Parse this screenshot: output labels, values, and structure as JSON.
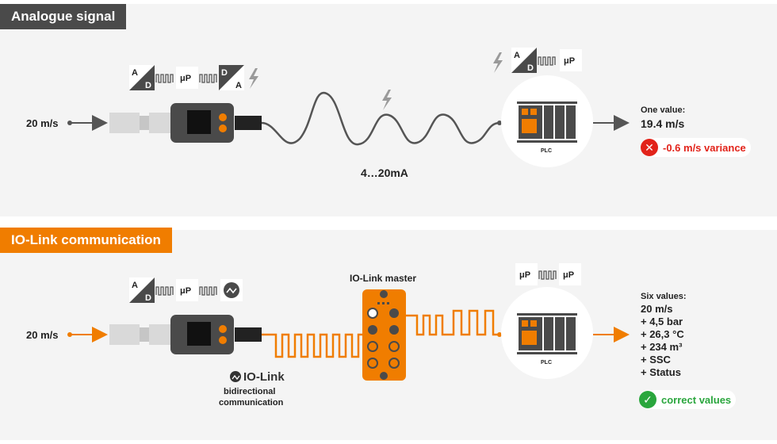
{
  "analogue": {
    "title": "Analogue signal",
    "input_value": "20 m/s",
    "signal_range": "4…20mA",
    "plc_label": "PLC",
    "result_heading": "One value:",
    "result_value": "19.4 m/s",
    "variance": "-0.6 m/s variance",
    "chain_adc": [
      "A",
      "D"
    ],
    "chain_dac": [
      "D",
      "A"
    ],
    "chain_up": "μP",
    "plc_chain_up": "μP"
  },
  "iolink": {
    "title": "IO-Link communication",
    "input_value": "20 m/s",
    "master_label": "IO-Link master",
    "logo_text": "IO-Link",
    "bidirectional_1": "bidirectional",
    "bidirectional_2": "communication",
    "plc_label": "PLC",
    "chain_adc": [
      "A",
      "D"
    ],
    "chain_up": "μP",
    "plc_chain_up_left": "μP",
    "plc_chain_up_right": "μP",
    "result_heading": "Six values:",
    "results": [
      "20 m/s",
      "+ 4,5 bar",
      "+ 26,3 °C",
      "+ 234 m³",
      "+ SSC",
      "+ Status"
    ],
    "status": "correct values"
  },
  "colors": {
    "orange": "#f07d00",
    "dark": "#4a4a4a",
    "error_red": "#e2231a",
    "ok_green": "#2aa63d"
  },
  "icons": {
    "error": "x-circle-icon",
    "ok": "check-circle-icon",
    "lightning": "lightning-icon",
    "io_link_logo": "io-link-logo-icon"
  }
}
